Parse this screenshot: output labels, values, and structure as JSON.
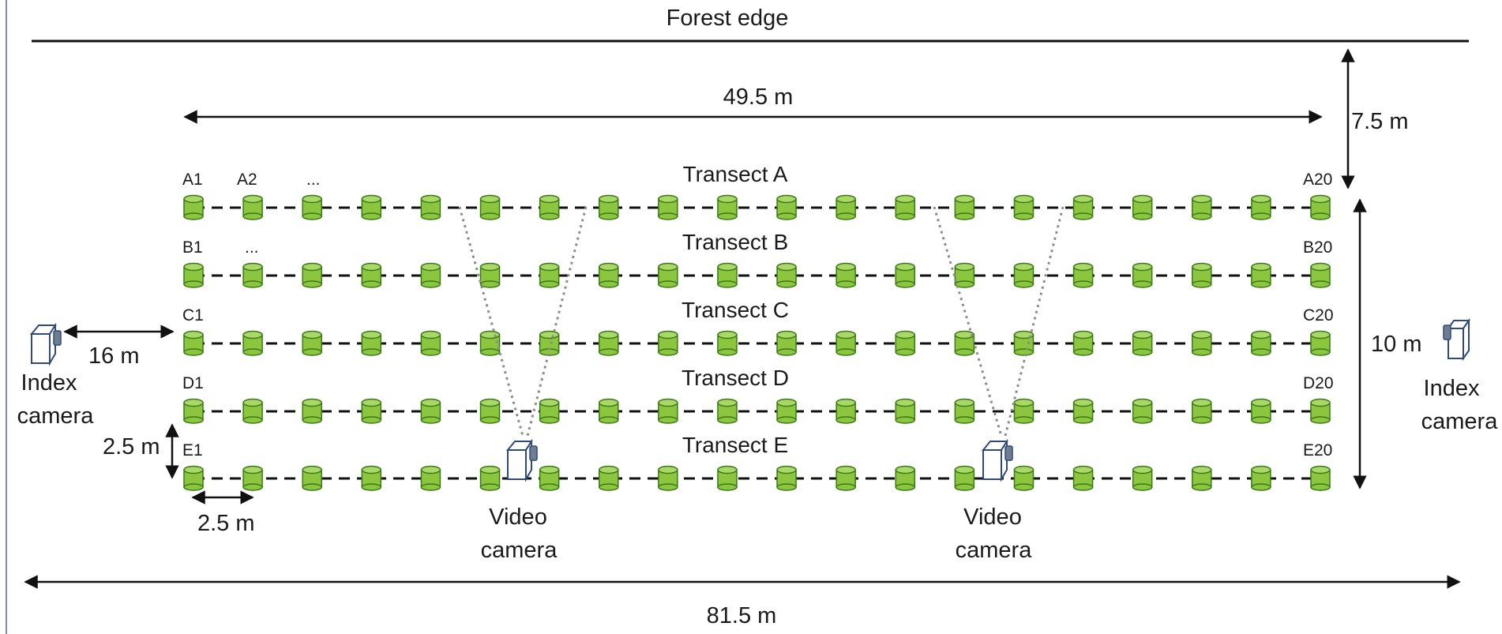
{
  "labels": {
    "forest_edge": "Forest edge",
    "total_length": "49.5 m",
    "edge_distance": "7.5 m",
    "transect_span": "10 m",
    "camera_offset": "16 m",
    "transect_spacing": "2.5 m",
    "plant_spacing": "2.5 m",
    "overall_width": "81.5 m"
  },
  "transects": [
    {
      "title": "Transect A",
      "first": "A1",
      "second": "A2",
      "ellipsis": "...",
      "last": "A20"
    },
    {
      "title": "Transect B",
      "first": "B1",
      "second": "",
      "ellipsis": "...",
      "last": "B20"
    },
    {
      "title": "Transect C",
      "first": "C1",
      "second": "",
      "ellipsis": "",
      "last": "C20"
    },
    {
      "title": "Transect D",
      "first": "D1",
      "second": "",
      "ellipsis": "",
      "last": "D20"
    },
    {
      "title": "Transect E",
      "first": "E1",
      "second": "",
      "ellipsis": "",
      "last": "E20"
    }
  ],
  "plants_per_transect": 20,
  "cameras": {
    "index_left": {
      "line1": "Index",
      "line2": "camera"
    },
    "index_right": {
      "line1": "Index",
      "line2": "camera"
    },
    "video_left": {
      "line1": "Video",
      "line2": "camera"
    },
    "video_right": {
      "line1": "Video",
      "line2": "camera"
    }
  },
  "colors": {
    "plant_fill": "#8cc63e",
    "plant_stroke": "#3b7a17",
    "camera_stroke": "#2f4a7a",
    "line": "#111111",
    "view_cone": "#8c8c8c"
  }
}
